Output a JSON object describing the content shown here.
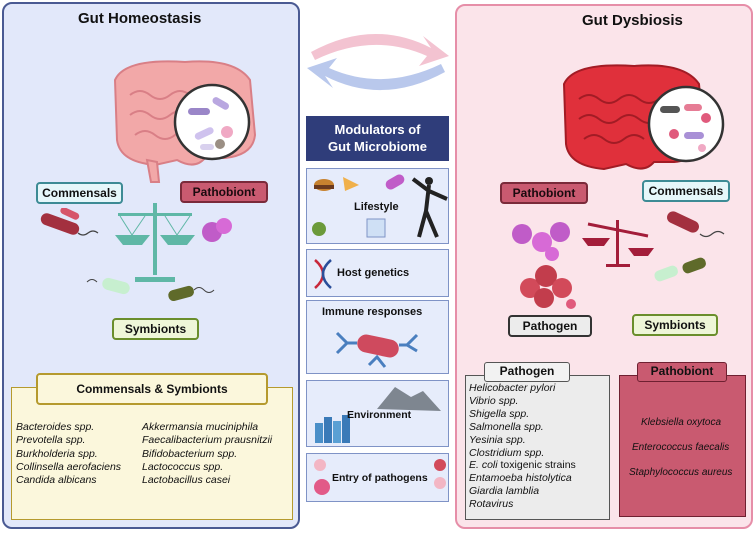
{
  "left_panel": {
    "title": "Gut Homeostasis",
    "commensals_tag": "Commensals",
    "pathobiont_tag": "Pathobiont",
    "symbionts_tag": "Symbionts",
    "list_title": "Commensals & Symbionts",
    "list_col1": [
      "Bacteroides spp.",
      "Prevotella spp.",
      "Burkholderia spp.",
      "Collinsella aerofaciens",
      "Candida albicans"
    ],
    "list_col2": [
      "Akkermansia muciniphila",
      "Faecalibacterium prausnitzii",
      "Bifidobacterium spp.",
      "Lactococcus spp.",
      "Lactobacillus casei"
    ]
  },
  "middle": {
    "title_line1": "Modulators of",
    "title_line2": "Gut Microbiome",
    "boxes": [
      "Lifestyle",
      "Host genetics",
      "Immune responses",
      "Environment",
      "Entry of pathogens"
    ]
  },
  "right_panel": {
    "title": "Gut Dysbiosis",
    "pathobiont_tag": "Pathobiont",
    "commensals_tag": "Commensals",
    "pathogen_tag": "Pathogen",
    "symbionts_tag": "Symbionts",
    "pathogen_list_title": "Pathogen",
    "pathogen_list": [
      "Helicobacter pylori",
      "Vibrio spp.",
      "Shigella spp.",
      "Salmonella spp.",
      "Yesinia spp.",
      "Clostridium spp.",
      "E. coli",
      "Entamoeba histolytica",
      "Giardia lamblia",
      "Rotavirus"
    ],
    "ecoli_suffix": "toxigenic strains",
    "pathobiont_list_title": "Pathobiont",
    "pathobiont_list": [
      "Klebsiella oxytoca",
      "Enterococcus faecalis",
      "Staphylococcus aureus"
    ]
  },
  "colors": {
    "homeostasis_bg": "#e2e8fa",
    "dysbiosis_bg": "#fbe4ea",
    "modulator_title_bg": "#2f3d7a",
    "pathobiont_fill": "#c95a70"
  }
}
